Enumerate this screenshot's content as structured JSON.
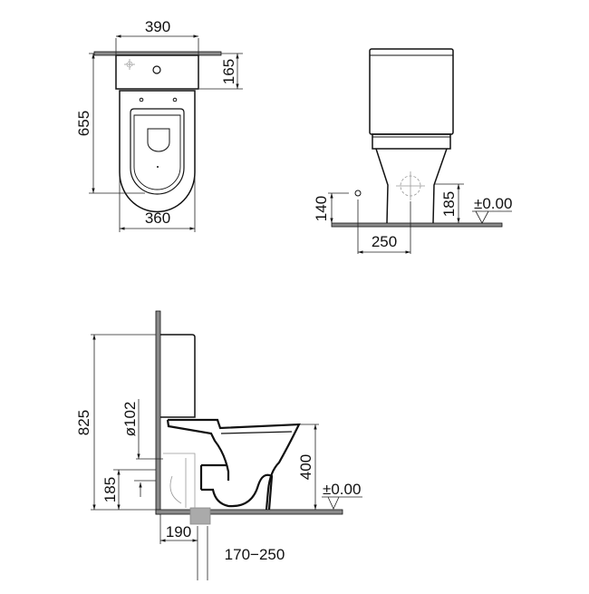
{
  "drawing": {
    "title": "Close-coupled WC technical drawing",
    "views": {
      "top": {
        "dimensions": {
          "width_top": "390",
          "cistern_depth": "165",
          "total_depth": "655",
          "bowl_width": "360"
        }
      },
      "front": {
        "dimensions": {
          "water_inlet_height": "140",
          "outlet_height": "185",
          "floor_level": "±0.00",
          "inlet_offset": "250"
        }
      },
      "side": {
        "dimensions": {
          "total_height": "825",
          "outlet_diameter": "ø102",
          "outlet_height": "185",
          "seat_height": "400",
          "floor_level": "±0.00",
          "wall_to_outlet": "190",
          "outlet_range": "170−250"
        }
      }
    },
    "colors": {
      "line": "#111111",
      "hatch": "#8a8a8a",
      "background": "#ffffff"
    }
  }
}
